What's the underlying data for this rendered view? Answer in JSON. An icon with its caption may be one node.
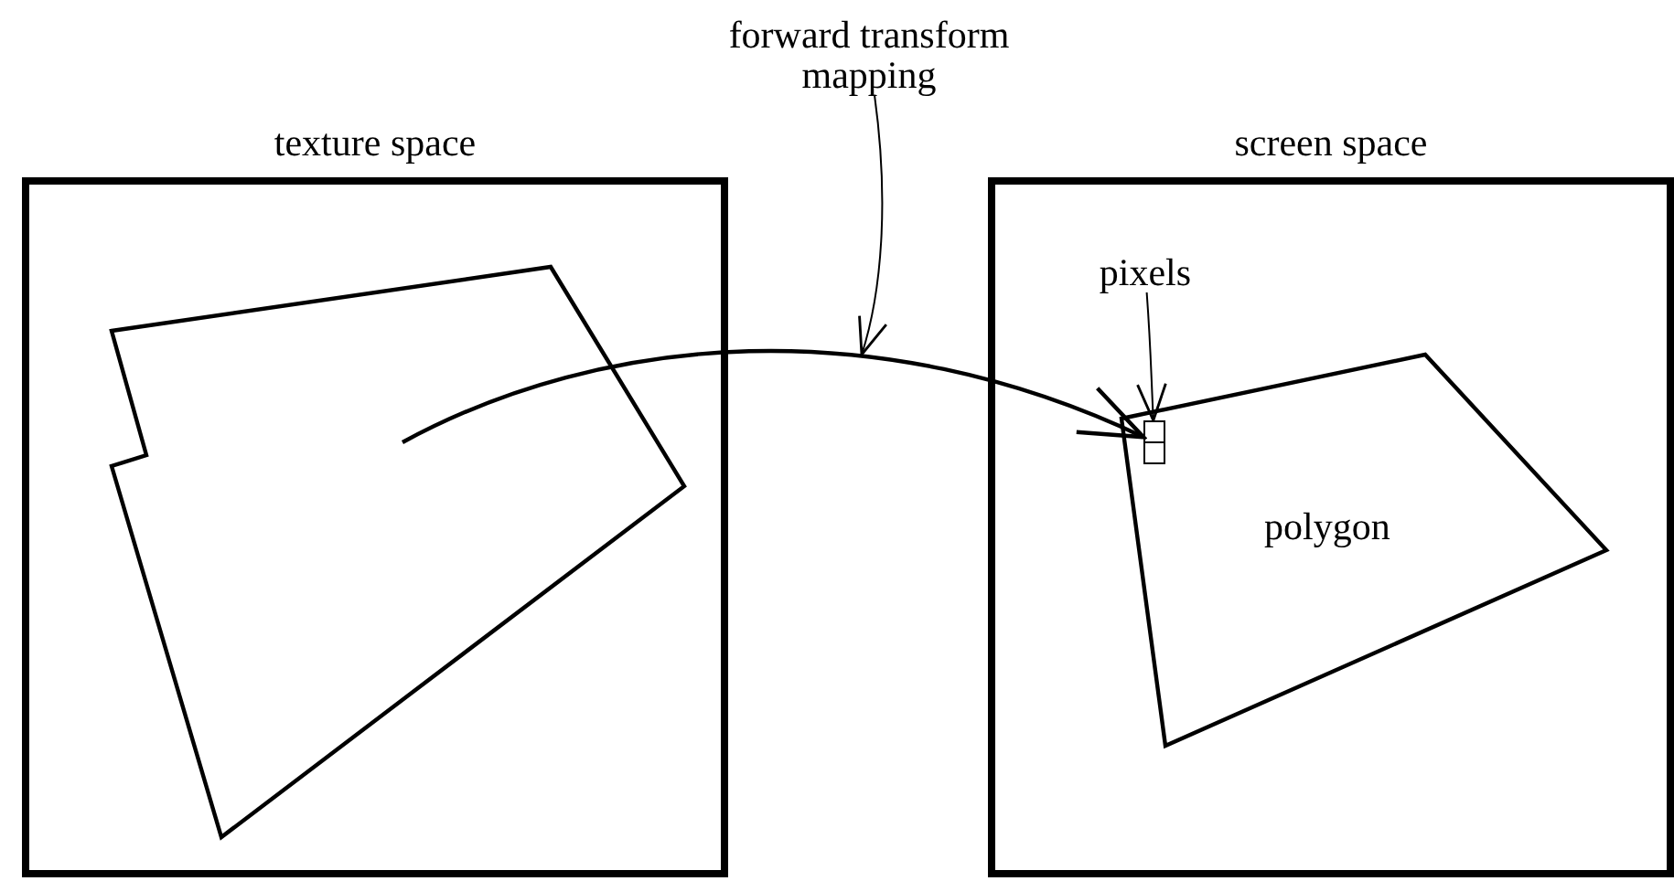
{
  "diagram": {
    "nodes": [
      {
        "text": [
          "texture space"
        ]
      },
      {
        "text": [],
        "shape": "polygon",
        "in": 0
      },
      {
        "text": [
          "screen space"
        ]
      },
      {
        "text": [
          "polygon"
        ],
        "in": 2
      },
      {
        "text": [
          "pixels"
        ],
        "in": 2
      },
      {
        "text": [],
        "shape": "box",
        "in": 3
      },
      {
        "text": [
          "forward transform mapping"
        ]
      }
    ],
    "edges": [
      {
        "from": 1,
        "to": 5,
        "arrow": "to"
      },
      {
        "from": 6,
        "to": null,
        "arrow": "to"
      },
      {
        "from": 4,
        "to": 5,
        "arrow": "to"
      }
    ]
  }
}
